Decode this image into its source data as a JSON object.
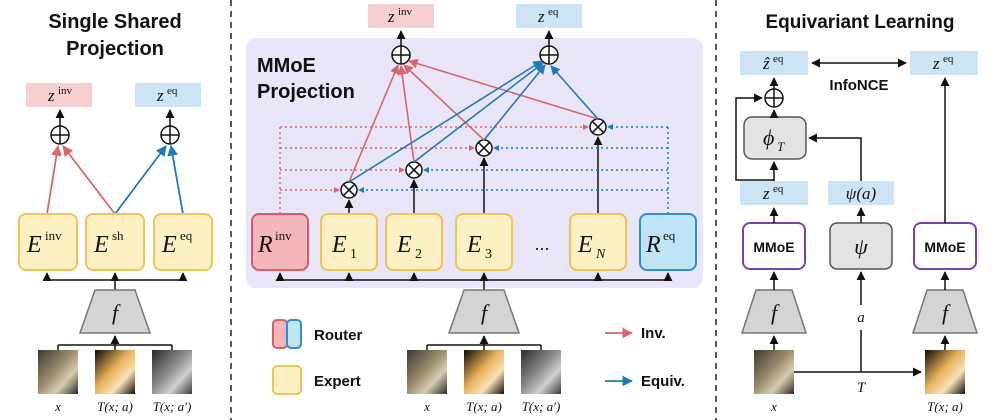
{
  "colors": {
    "inv": "#d9666b",
    "eq": "#1f7ab8",
    "expert_fill": "#fdf0c2",
    "expert_stroke": "#efc45a",
    "router_fill": "#f4b6bb",
    "router_stroke": "#d65c66",
    "router_eq_fill": "#bfe4f5",
    "router_eq_stroke": "#2f8fc6",
    "mmoe_bg": "#eae6f9",
    "mmoe_box_stroke": "#7b3fb3",
    "zinv_fill": "#f6cfd1",
    "zeq_fill": "#cde4f4",
    "f_fill": "#d4d4d4",
    "gray_box": "#e3e3e3"
  },
  "left": {
    "title_line1": "Single Shared",
    "title_line2": "Projection",
    "z_inv": {
      "base": "z",
      "sup": "inv"
    },
    "z_eq": {
      "base": "z",
      "sup": "eq"
    },
    "experts": [
      {
        "base": "E",
        "sup": "inv"
      },
      {
        "base": "E",
        "sup": "sh"
      },
      {
        "base": "E",
        "sup": "eq"
      }
    ],
    "encoder": "f",
    "captions": [
      "x",
      "T(x; a)",
      "T(x; a′)"
    ]
  },
  "middle": {
    "title_line1": "MMoE",
    "title_line2": "Projection",
    "z_inv": {
      "base": "z",
      "sup": "inv"
    },
    "z_eq": {
      "base": "z",
      "sup": "eq"
    },
    "router_inv": {
      "base": "R",
      "sup": "inv"
    },
    "router_eq": {
      "base": "R",
      "sup": "eq"
    },
    "experts": [
      {
        "base": "E",
        "sub": "1"
      },
      {
        "base": "E",
        "sub": "2"
      },
      {
        "base": "E",
        "sub": "3"
      },
      {
        "base": "E",
        "sub": "N"
      }
    ],
    "ellipsis": "...",
    "encoder": "f",
    "legend": {
      "router": "Router",
      "expert": "Expert",
      "inv": "Inv.",
      "equiv": "Equiv."
    },
    "captions": [
      "x",
      "T(x; a)",
      "T(x; a′)"
    ]
  },
  "right": {
    "title": "Equivariant Learning",
    "z_hat_eq": {
      "base": "ẑ",
      "sup": "eq"
    },
    "z_eq_top": {
      "base": "z",
      "sup": "eq"
    },
    "infonce": "InfoNCE",
    "phi": {
      "base": "ϕ",
      "sub": "T"
    },
    "z_eq_mid": {
      "base": "z",
      "sup": "eq"
    },
    "psi_a": "ψ(a)",
    "mmoe_left": "MMoE",
    "psi": "ψ",
    "mmoe_right": "MMoE",
    "encoder": "f",
    "a_label": "a",
    "t_label": "T",
    "captions": [
      "x",
      "T(x; a)"
    ]
  }
}
